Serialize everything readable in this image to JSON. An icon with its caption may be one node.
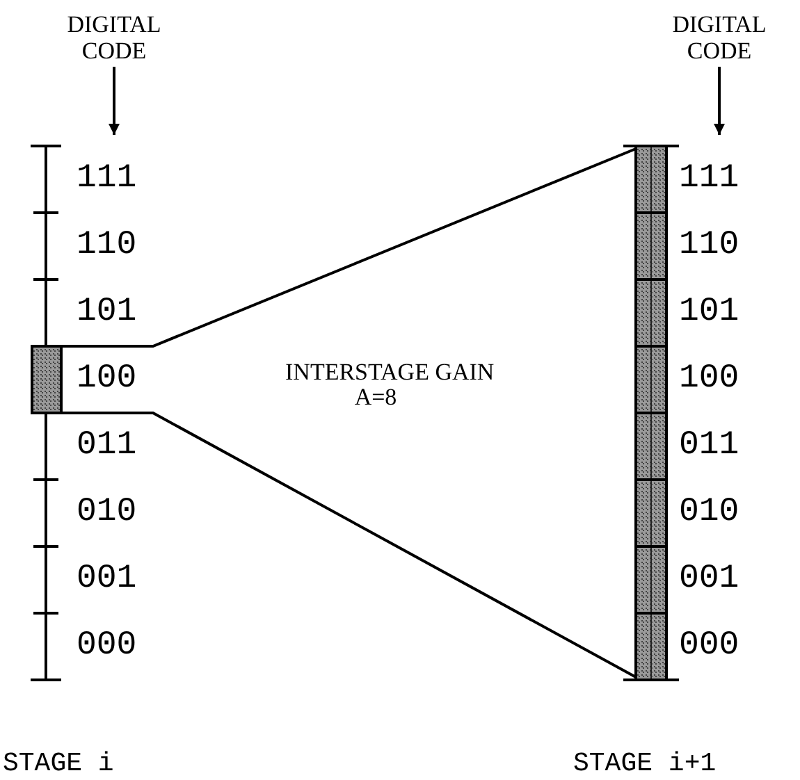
{
  "diagram": {
    "nodes": [
      {
        "text": [
          "DIGITAL CODE"
        ]
      },
      {
        "text": [
          "DIGITAL CODE"
        ]
      },
      {
        "text": [],
        "shape": "bar"
      },
      {
        "text": [],
        "shape": "bar"
      }
    ],
    "edges": [
      {
        "from": 0,
        "to": null,
        "arrow": "to"
      },
      {
        "from": 1,
        "to": null,
        "arrow": "to"
      },
      {
        "from": 2,
        "to": 3,
        "arrow": "none"
      },
      {
        "from": 2,
        "to": 3,
        "arrow": "none"
      }
    ],
    "labels": [
      "111",
      "110",
      "101",
      "100",
      "011",
      "010",
      "001",
      "000",
      "INTERSTAGE GAIN",
      "A=8",
      "111",
      "110",
      "101",
      "100",
      "011",
      "010",
      "001",
      "000",
      "STAGE i",
      "STAGE i+1"
    ]
  }
}
